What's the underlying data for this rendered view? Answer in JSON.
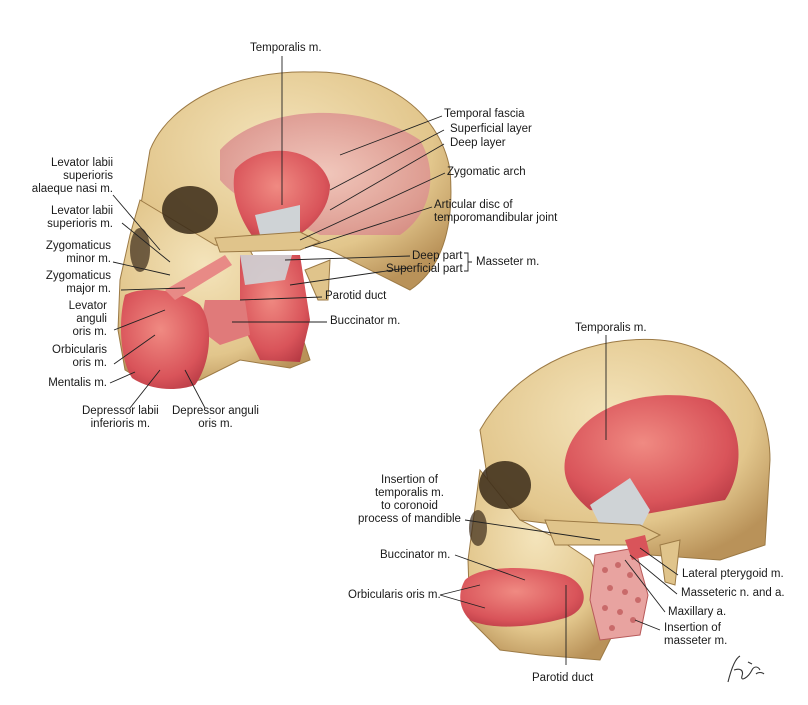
{
  "figure_top": {
    "labels": {
      "temporalis": "Temporalis m.",
      "temporal_fascia": "Temporal fascia",
      "superficial_layer": "Superficial layer",
      "deep_layer": "Deep layer",
      "zygomatic_arch": "Zygomatic arch",
      "articular_disc": "Articular disc of\ntemporomandibular joint",
      "deep_part": "Deep part",
      "superficial_part": "Superficial part",
      "masseter": "Masseter m.",
      "parotid_duct": "Parotid duct",
      "buccinator": "Buccinator m.",
      "levator_labii_alaeque": "Levator labii\nsuperioris\nalaeque nasi m.",
      "levator_labii_superioris": "Levator labii\nsuperioris m.",
      "zygomaticus_minor": "Zygomaticus\nminor m.",
      "zygomaticus_major": "Zygomaticus\nmajor m.",
      "levator_anguli_oris": "Levator\nanguli\noris m.",
      "orbicularis_oris": "Orbicularis\noris m.",
      "mentalis": "Mentalis m.",
      "depressor_labii_inferioris": "Depressor labii\ninferioris m.",
      "depressor_anguli_oris": "Depressor anguli\noris m."
    }
  },
  "figure_bottom": {
    "labels": {
      "temporalis": "Temporalis m.",
      "insertion_temporalis": "Insertion of\ntemporalis m.\nto coronoid\nprocess of mandible",
      "buccinator": "Buccinator m.",
      "orbicularis_oris": "Orbicularis oris m.",
      "lateral_pterygoid": "Lateral pterygoid m.",
      "masseteric_n_a": "Masseteric n. and a.",
      "maxillary_a": "Maxillary a.",
      "insertion_masseter": "Insertion of\nmasseter m.",
      "parotid_duct": "Parotid duct"
    }
  },
  "colors": {
    "bone": "#e9d3a0",
    "bone_shadow": "#c9a86a",
    "muscle": "#d9545a",
    "muscle_light": "#ec9a92",
    "tendon": "#cfd3d6",
    "leader": "#222222"
  }
}
